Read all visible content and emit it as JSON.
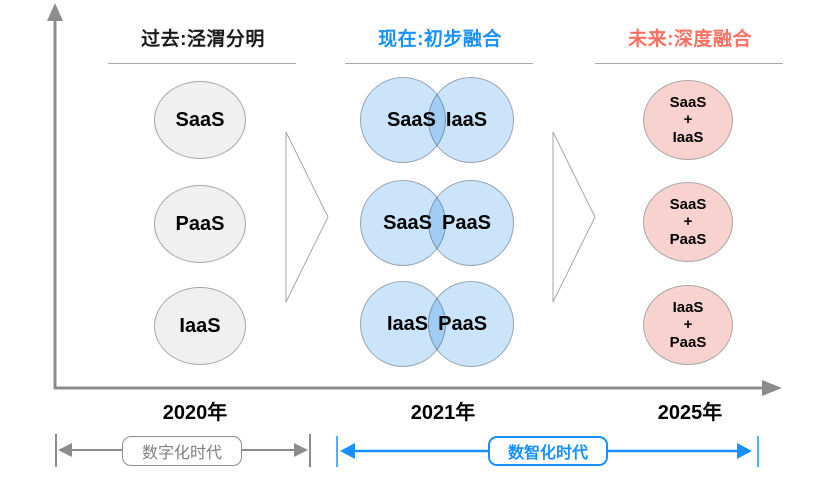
{
  "columns": [
    {
      "title": "过去:泾渭分明",
      "year": "2020年"
    },
    {
      "title": "现在:初步融合",
      "year": "2021年"
    },
    {
      "title": "未来:深度融合",
      "year": "2025年"
    }
  ],
  "past": {
    "items": [
      "SaaS",
      "PaaS",
      "IaaS"
    ]
  },
  "present": {
    "pairs": [
      {
        "left": "SaaS",
        "right": "IaaS"
      },
      {
        "left": "SaaS",
        "right": "PaaS"
      },
      {
        "left": "IaaS",
        "right": "PaaS"
      }
    ]
  },
  "future": {
    "combos": [
      {
        "top": "SaaS",
        "plus": "+",
        "bottom": "IaaS"
      },
      {
        "top": "SaaS",
        "plus": "+",
        "bottom": "PaaS"
      },
      {
        "top": "IaaS",
        "plus": "+",
        "bottom": "PaaS"
      }
    ]
  },
  "eras": [
    {
      "label": "数字化时代"
    },
    {
      "label": "数智化时代"
    }
  ],
  "colors": {
    "past_title": "#1A1A1A",
    "present_title": "#1890FF",
    "future_title": "#FF7162",
    "gray_circle_fill": "#F0F0F0",
    "blue_circle_fill": "#CBE4F9",
    "blue_overlap_fill": "#A2CCF0",
    "pink_circle_fill": "#F8D2CF",
    "circle_border": "#A6A6A6",
    "axis_gray": "#8C8C8C",
    "era_digital_gray": "#7F7F7F",
    "era_smart_blue": "#1890FF"
  }
}
